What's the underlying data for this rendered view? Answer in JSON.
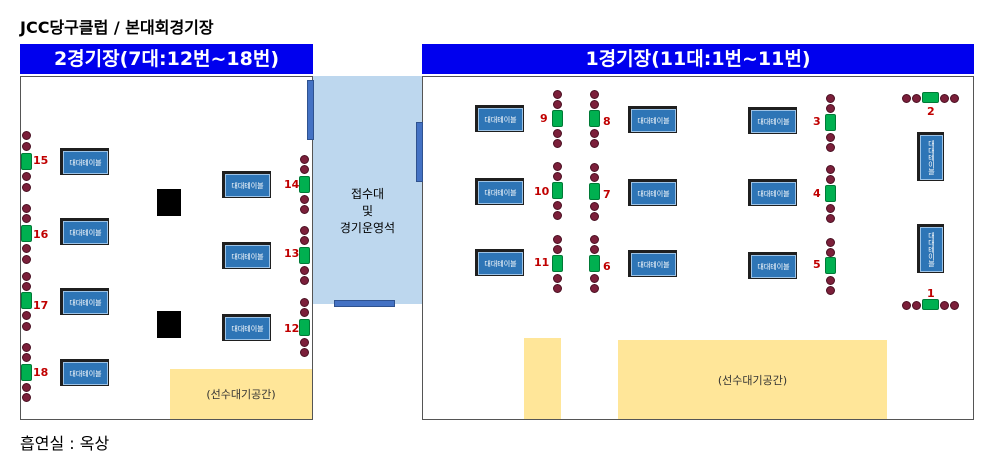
{
  "title": "JCC당구클럽 / 본대회경기장",
  "footer_note": "흡연실 : 옥상",
  "hall2": {
    "header": "2경기장(7대:12번~18번)"
  },
  "hall1": {
    "header": "1경기장(11대:1번~11번)"
  },
  "reception": {
    "line1": "접수대",
    "line2": "및",
    "line3": "경기운영석"
  },
  "waiting_area_label": "(선수대기공간)",
  "table_label": "대대테이블",
  "colors": {
    "header_blue": "#0000ee",
    "reception_blue": "#bdd7ee",
    "table_blue": "#2e75b6",
    "waiting_yellow": "#ffe699",
    "seat_maroon": "#7b1f3a",
    "scorer_green": "#00b050",
    "number_red": "#c00000"
  },
  "tables": [
    {
      "number": "15",
      "hall": "2"
    },
    {
      "number": "16",
      "hall": "2"
    },
    {
      "number": "17",
      "hall": "2"
    },
    {
      "number": "18",
      "hall": "2"
    },
    {
      "number": "14",
      "hall": "2"
    },
    {
      "number": "13",
      "hall": "2"
    },
    {
      "number": "12",
      "hall": "2"
    },
    {
      "number": "9",
      "hall": "1"
    },
    {
      "number": "8",
      "hall": "1"
    },
    {
      "number": "10",
      "hall": "1"
    },
    {
      "number": "7",
      "hall": "1"
    },
    {
      "number": "11",
      "hall": "1"
    },
    {
      "number": "6",
      "hall": "1"
    },
    {
      "number": "3",
      "hall": "1"
    },
    {
      "number": "4",
      "hall": "1"
    },
    {
      "number": "5",
      "hall": "1"
    },
    {
      "number": "2",
      "hall": "1"
    },
    {
      "number": "1",
      "hall": "1"
    }
  ]
}
